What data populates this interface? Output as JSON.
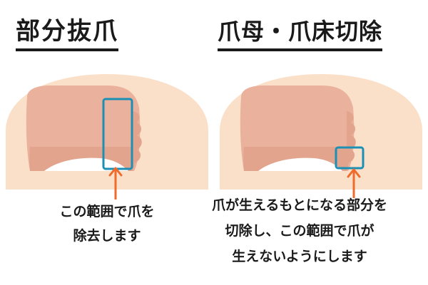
{
  "colors": {
    "skin": "#fbe0c9",
    "nail": "#eab19c",
    "nail_lower": "#e3a48e",
    "nail_bed_white": "#ffffff",
    "highlight_box": "#1c8fb5",
    "arrow": "#f06a2c",
    "text": "#1a1a1a"
  },
  "left_panel": {
    "title": "部分抜爪",
    "caption_lines": [
      "この範囲で爪を",
      "除去します"
    ]
  },
  "right_panel": {
    "title": "爪母・爪床切除",
    "caption_lines": [
      "爪が生えるもとになる部分を",
      "切除し、この範囲で爪が",
      "生えないようにします"
    ]
  }
}
